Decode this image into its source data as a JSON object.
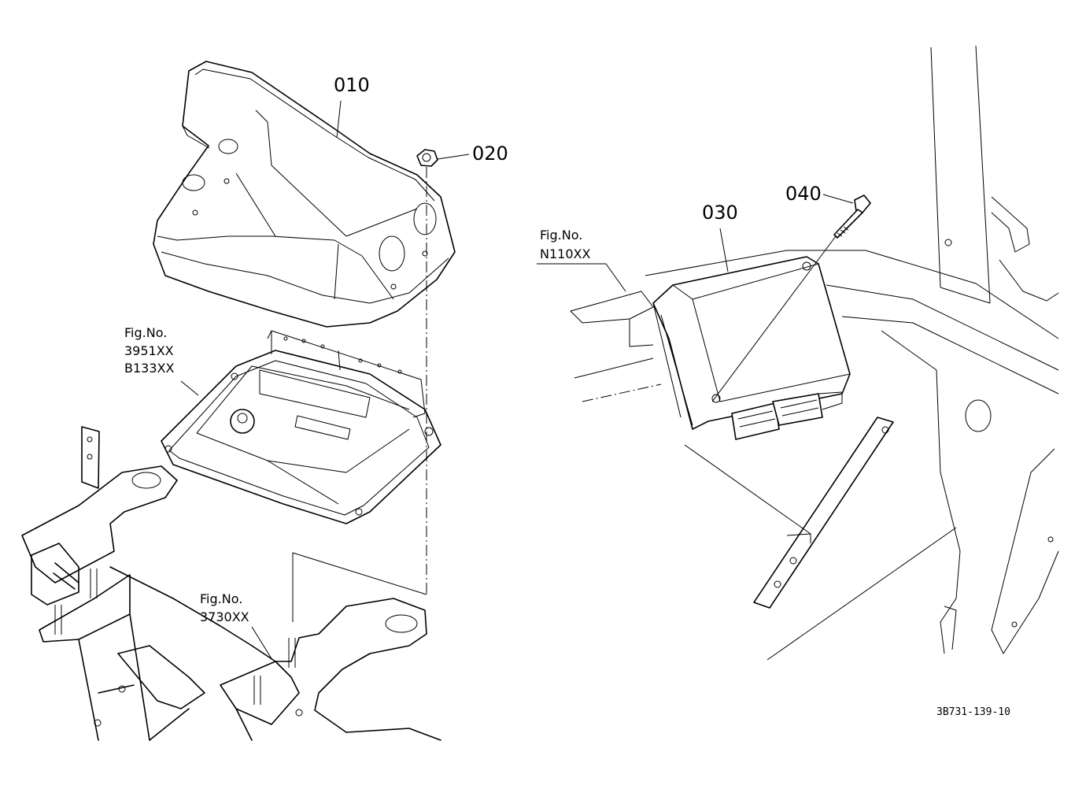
{
  "callouts": {
    "part_010": "010",
    "part_020": "020",
    "part_030": "030",
    "part_040": "040"
  },
  "references": {
    "ref_3951": {
      "line1": "Fig.No.",
      "line2": "3951XX",
      "line3": "B133XX"
    },
    "ref_3730": {
      "line1": "Fig.No.",
      "line2": "3730XX"
    },
    "ref_n110": {
      "line1": "Fig.No.",
      "line2": "N110XX"
    }
  },
  "drawing_code": "3B731-139-10"
}
